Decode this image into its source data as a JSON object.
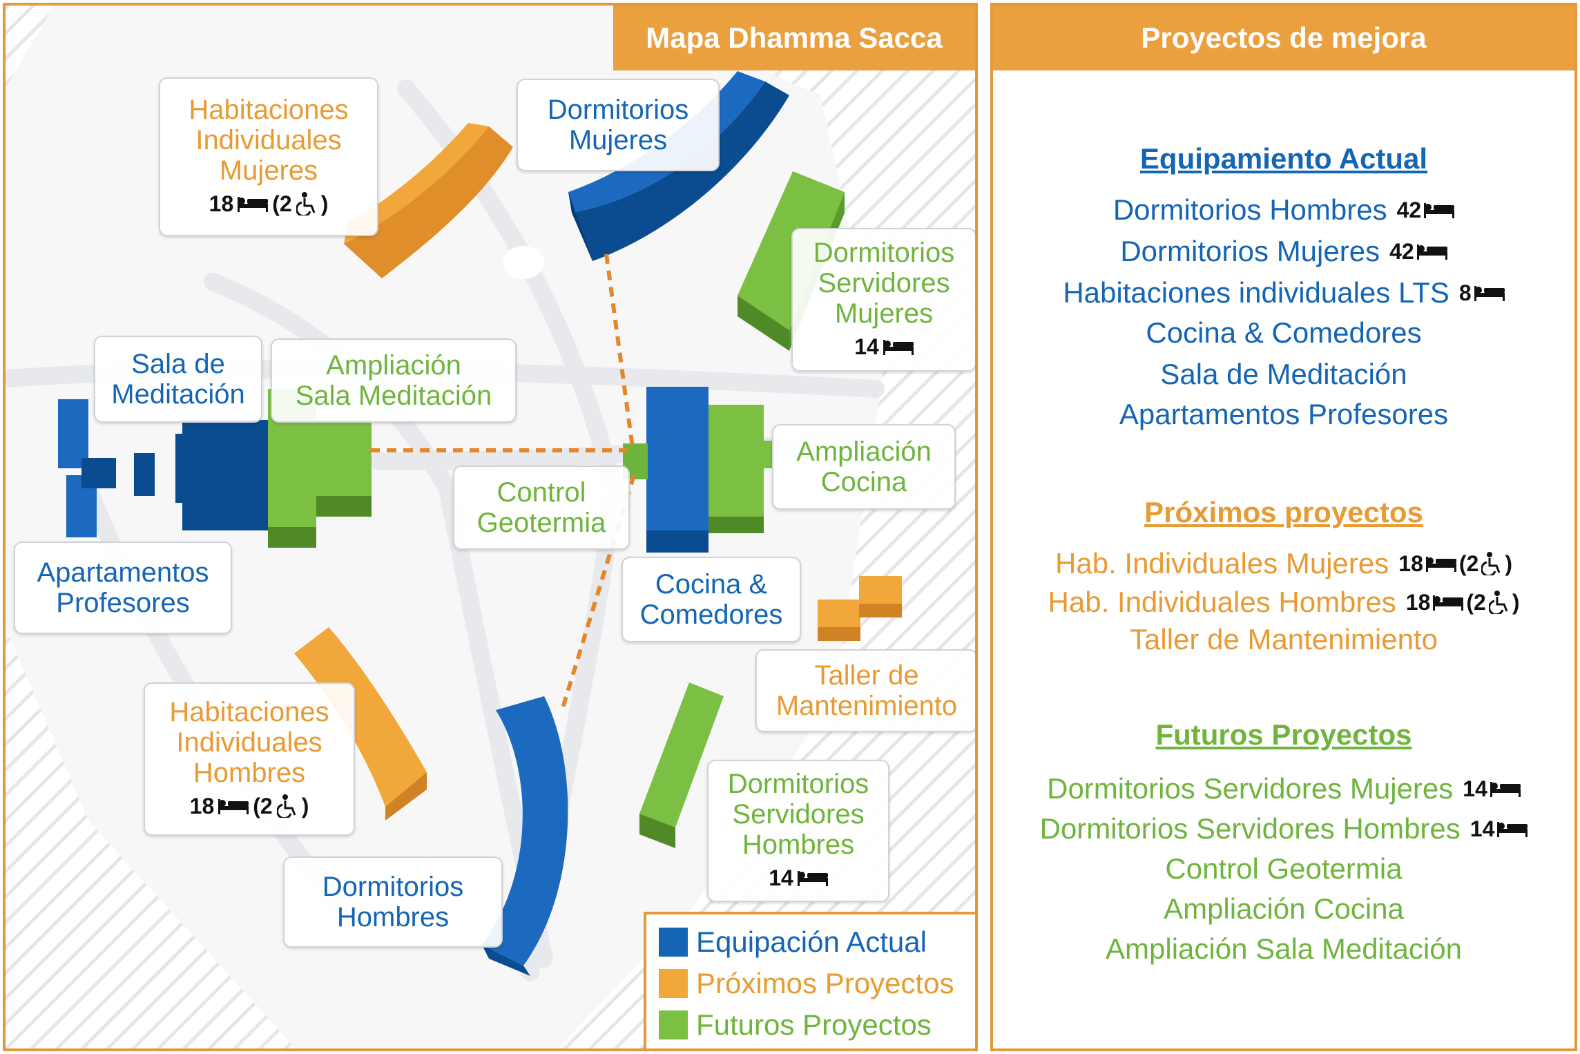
{
  "map_panel": {
    "title": "Mapa Dhamma Sacca",
    "labels": {
      "hab_ind_mujeres": [
        "Habitaciones",
        "Individuales",
        "Mujeres"
      ],
      "hab_ind_mujeres_cap": "18",
      "hab_ind_mujeres_acc": "(2",
      "hab_ind_mujeres_acc_close": ")",
      "dorm_mujeres": [
        "Dormitorios",
        "Mujeres"
      ],
      "dorm_serv_mujeres": [
        "Dormitorios",
        "Servidores",
        "Mujeres"
      ],
      "dorm_serv_mujeres_cap": "14",
      "sala_meditacion": [
        "Sala de",
        "Meditación"
      ],
      "ampliacion_sala": [
        "Ampliación",
        "Sala Meditación"
      ],
      "ampliacion_cocina": [
        "Ampliación",
        "Cocina"
      ],
      "control_geotermia": [
        "Control",
        "Geotermia"
      ],
      "apartamentos_profesores": [
        "Apartamentos",
        "Profesores"
      ],
      "cocina_comedores": [
        "Cocina &",
        "Comedores"
      ],
      "taller": [
        "Taller de",
        "Mantenimiento"
      ],
      "hab_ind_hombres": [
        "Habitaciones",
        "Individuales",
        "Hombres"
      ],
      "hab_ind_hombres_cap": "18",
      "hab_ind_hombres_acc": "(2",
      "hab_ind_hombres_acc_close": ")",
      "dorm_serv_hombres": [
        "Dormitorios",
        "Servidores",
        "Hombres"
      ],
      "dorm_serv_hombres_cap": "14",
      "dorm_hombres": [
        "Dormitorios",
        "Hombres"
      ]
    },
    "legend": [
      {
        "label": "Equipación Actual",
        "color": "#1565b5"
      },
      {
        "label": "Próximos Proyectos",
        "color": "#f2a73b"
      },
      {
        "label": "Futuros Proyectos",
        "color": "#7cc043"
      }
    ]
  },
  "projects_panel": {
    "title": "Proyectos de mejora",
    "colors": {
      "actual": "#1565b5",
      "proximos": "#e89a33",
      "futuros": "#6fb43c"
    },
    "actual": {
      "title": "Equipamiento Actual",
      "items": [
        {
          "name": "Dormitorios Hombres",
          "cap": "42"
        },
        {
          "name": "Dormitorios Mujeres",
          "cap": "42"
        },
        {
          "name": "Habitaciones individuales LTS",
          "cap": "8"
        },
        {
          "name": "Cocina & Comedores"
        },
        {
          "name": "Sala de Meditación"
        },
        {
          "name": "Apartamentos Profesores"
        }
      ]
    },
    "proximos": {
      "title": "Próximos proyectos",
      "items": [
        {
          "name": "Hab. Individuales Mujeres",
          "cap": "18",
          "acc": "(2",
          "acc_close": ")"
        },
        {
          "name": "Hab. Individuales Hombres",
          "cap": "18",
          "acc": "(2",
          "acc_close": ")"
        },
        {
          "name": "Taller de Mantenimiento"
        }
      ]
    },
    "futuros": {
      "title": "Futuros Proyectos",
      "items": [
        {
          "name": "Dormitorios Servidores Mujeres",
          "cap": "14"
        },
        {
          "name": "Dormitorios Servidores Hombres",
          "cap": "14"
        },
        {
          "name": "Control Geotermia"
        },
        {
          "name": "Ampliación Cocina"
        },
        {
          "name": "Ampliación Sala Meditación"
        }
      ]
    }
  }
}
